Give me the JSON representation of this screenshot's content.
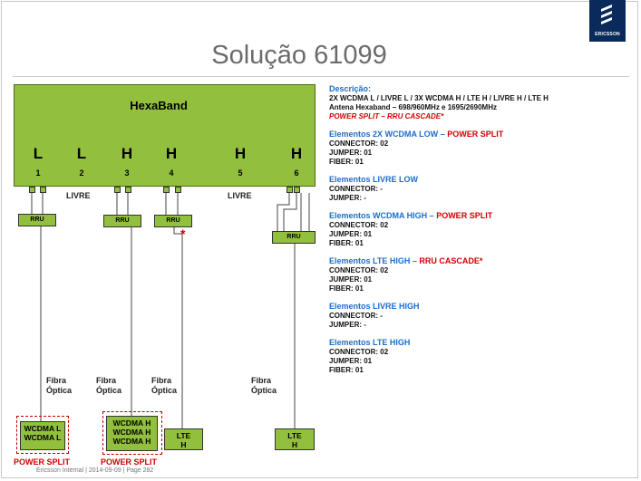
{
  "logo": {
    "text": "ERICSSON"
  },
  "title": "Solução 61099",
  "hexaband": {
    "label": "HexaBand",
    "bands": [
      "L",
      "L",
      "H",
      "H",
      "H",
      "H"
    ],
    "ports": [
      "1",
      "2",
      "3",
      "4",
      "5",
      "6"
    ],
    "livre_labels": [
      "LIVRE",
      "LIVRE"
    ]
  },
  "rru": {
    "label": "RRU"
  },
  "star": "*",
  "fibra": {
    "line1": "Fibra",
    "line2": "Óptica"
  },
  "devices": {
    "wcdma_l": [
      "WCDMA L",
      "WCDMA L"
    ],
    "wcdma_h": [
      "WCDMA H",
      "WCDMA H",
      "WCDMA H"
    ],
    "lte_h_1": [
      "LTE",
      "H"
    ],
    "lte_h_2": [
      "LTE",
      "H"
    ]
  },
  "power_split": "POWER SPLIT",
  "description": {
    "title": "Descrição:",
    "line1": "2X WCDMA L / LIVRE L / 3X WCDMA H / LTE H / LIVRE H / LTE H",
    "line2": "Antena Hexaband – 698/960MHz  e  1695/2690MHz",
    "line3": "POWER SPLIT – RRU CASCADE*"
  },
  "sections": [
    {
      "title": "Elementos 2X WCDMA LOW",
      "sep": " – ",
      "tag": "POWER SPLIT",
      "lines": [
        "CONNECTOR: 02",
        "JUMPER: 01",
        "FIBER: 01"
      ]
    },
    {
      "title": "Elementos LIVRE LOW",
      "sep": "",
      "tag": "",
      "lines": [
        "CONNECTOR: -",
        "JUMPER: -"
      ]
    },
    {
      "title": "Elementos WCDMA HIGH",
      "sep": " – ",
      "tag": "POWER SPLIT",
      "lines": [
        "CONNECTOR: 02",
        "JUMPER: 01",
        "FIBER: 01"
      ]
    },
    {
      "title": "Elementos LTE HIGH",
      "sep": " – ",
      "tag": "RRU CASCADE*",
      "lines": [
        "CONNECTOR: 02",
        "JUMPER: 01",
        "FIBER: 01"
      ]
    },
    {
      "title": "Elementos LIVRE HIGH",
      "sep": "",
      "tag": "",
      "lines": [
        "CONNECTOR: -",
        "JUMPER: -"
      ]
    },
    {
      "title": "Elementos LTE HIGH",
      "sep": "",
      "tag": "",
      "lines": [
        "CONNECTOR: 02",
        "JUMPER: 01",
        "FIBER: 01"
      ]
    }
  ],
  "footer": "Ericsson Internal  |  2014-09-09  |  Page 282",
  "colors": {
    "accent_green": "#92c03e",
    "alert_red": "#d00000",
    "heading_blue": "#1a6fc9",
    "logo_navy": "#0a2a5c"
  }
}
